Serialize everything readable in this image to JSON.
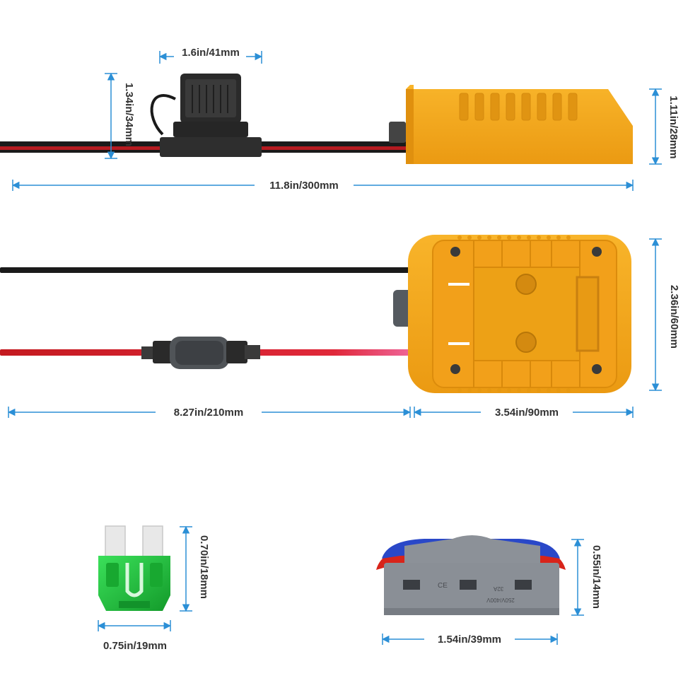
{
  "colors": {
    "accent": "#2b8fd6",
    "label_text": "#333333",
    "adapter_orange": "#f5a81c",
    "adapter_shadow": "#d98a0a",
    "fuse_green": "#22c23a",
    "wire_red": "#d81f26",
    "wire_black": "#1a1a1a",
    "connector_gray": "#8a8f96",
    "connector_blue": "#2446c8"
  },
  "dimensions": {
    "fuse_holder_width": "1.6in/41mm",
    "fuse_holder_height": "1.34in/34mm",
    "adapter_side_height": "1.11in/28mm",
    "total_length": "11.8in/300mm",
    "adapter_top_height": "2.36in/60mm",
    "cable_length": "8.27in/210mm",
    "adapter_length": "3.54in/90mm",
    "fuse_height": "0.70in/18mm",
    "fuse_width": "0.75in/19mm",
    "connector_height": "0.55in/14mm",
    "connector_width": "1.54in/39mm"
  },
  "connector_markings": {
    "ce": "CE",
    "rating_top": "32A",
    "rating_bottom": "250V/400V"
  }
}
